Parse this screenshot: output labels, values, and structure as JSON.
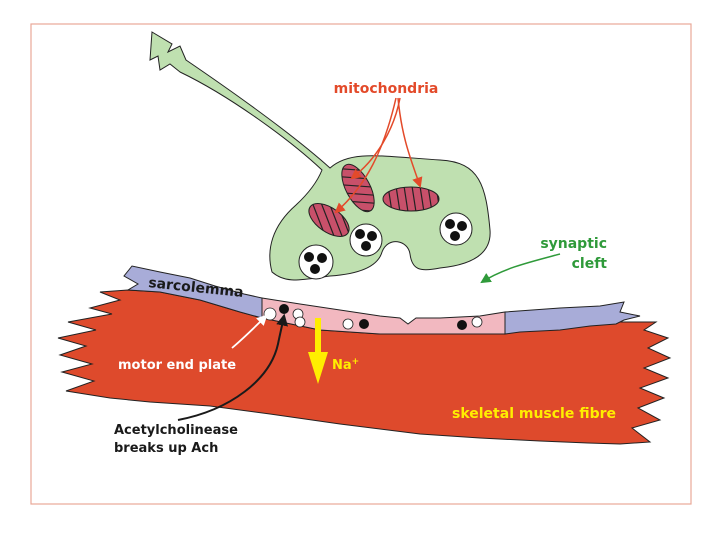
{
  "labels": {
    "mitochondria": "mitochondria",
    "synaptic": "synaptic",
    "cleft": "cleft",
    "sarcolemma": "sarcolemma",
    "motor_end_plate": "motor end plate",
    "na_ion": "Na",
    "na_charge": "+",
    "skeletal_muscle_fibre": "skeletal muscle fibre",
    "acetylcholinease_line1": "Acetylcholinease",
    "acetylcholinease_line2": "breaks up Ach"
  },
  "colors": {
    "frame": "#e8a898",
    "nerve_terminal": "#bfe0b0",
    "muscle": "#de4a2c",
    "sarcolemma": "#a8acd8",
    "end_plate": "#f2b8c0",
    "mito_fill": "#c8506a",
    "mitochondria_label": "#e34a2a",
    "synaptic_cleft_label": "#2f9a3a",
    "na_arrow": "#ffee00",
    "muscle_label": "#ffee00",
    "text_dark": "#1a1a1a",
    "text_white": "#ffffff"
  }
}
